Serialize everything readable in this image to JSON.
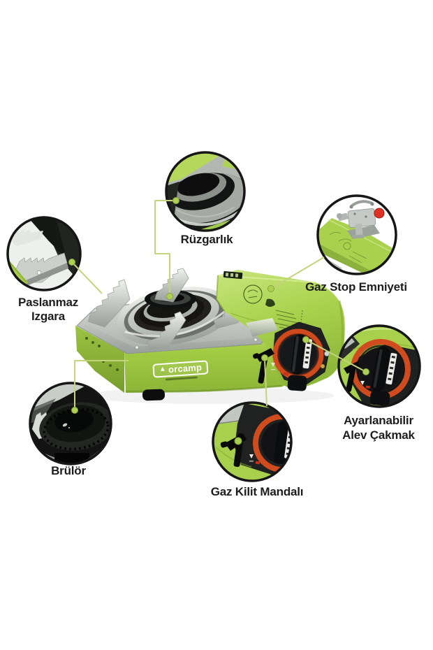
{
  "image": {
    "kind": "product-feature-infographic",
    "background": "#ffffff"
  },
  "product": {
    "brand": "orcamp",
    "type": "portable-camping-gas-stove",
    "colors": {
      "body_green": "#a6cf49",
      "lid_green": "#b4d85c",
      "accent_red": "#d04a1e",
      "steel": "#c7cbc6",
      "connector_line": "#c6d37d",
      "connector_dot": "#aed054",
      "circle_ring": "#161616",
      "label_text": "#1d1d1d"
    }
  },
  "callouts": {
    "windshield": {
      "label": "Rüzgarlık"
    },
    "stainless_grate": {
      "line1": "Paslanmaz",
      "line2": "Izgara"
    },
    "gas_stop_safety": {
      "label": "Gaz Stop Emniyeti"
    },
    "burner": {
      "label": "Brülör"
    },
    "gas_lock_latch": {
      "label": "Gaz Kilit Mandalı"
    },
    "adjustable_flame_lighter": {
      "line1": "Ayarlanabilir",
      "line2": "Alev Çakmak"
    }
  }
}
